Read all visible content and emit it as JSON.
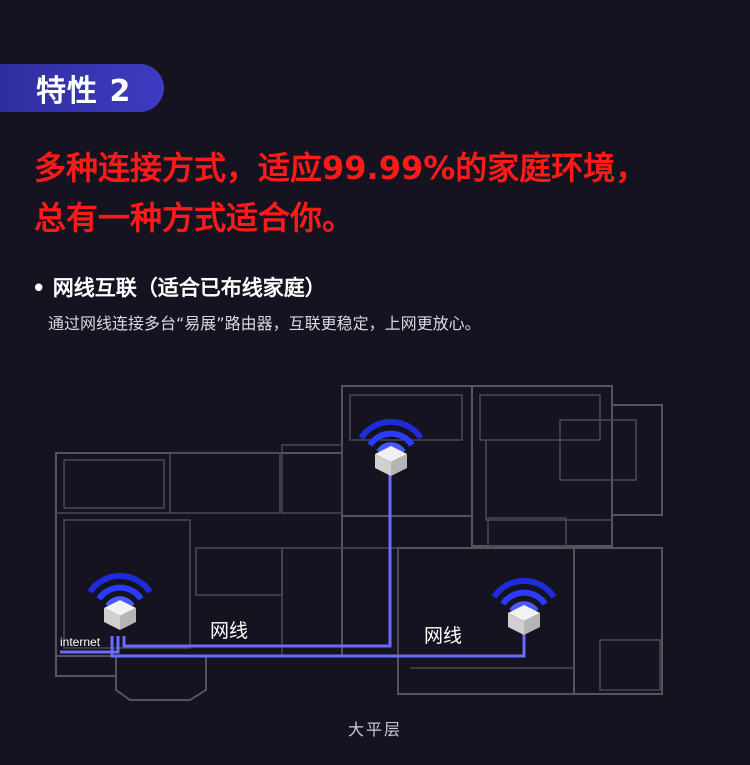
{
  "badge": {
    "label": "特性 2"
  },
  "headline": {
    "line1": "多种连接方式，适应99.99%的家庭环境，",
    "line2": "总有一种方式适合你。"
  },
  "feature": {
    "title": "• 网线互联（适合已布线家庭）",
    "description": "通过网线连接多台“易展”路由器，互联更稳定，上网更放心。"
  },
  "diagram": {
    "internet_label": "internet",
    "cable_label_left": "网线",
    "cable_label_right": "网线",
    "caption": "大平层",
    "icons": [
      "router-icon",
      "wifi-signal-icon",
      "floor-plan"
    ]
  },
  "colors": {
    "background": "#14131f",
    "badge": "#3d3cc2",
    "headline": "#ff1a1a",
    "cable": "#6b6bff",
    "signal": "#2f3dff"
  }
}
